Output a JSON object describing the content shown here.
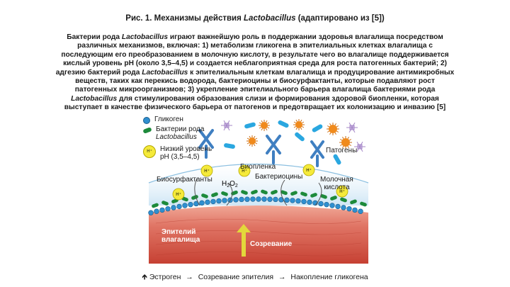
{
  "figure": {
    "title_prefix": "Рис. 1. Механизмы действия ",
    "title_species": "Lactobacillus",
    "title_suffix": " (адаптировано из  [5])",
    "desc_parts": [
      {
        "t": "Бактерии рода ",
        "i": false
      },
      {
        "t": "Lactobacillus",
        "i": true
      },
      {
        "t": " играют важнейшую роль в поддержании здоровья влагалища посредством различных механизмов, включая: 1) метаболизм гликогена в эпителиальных клетках влагалища с последующим его преобразованием в молочную кислоту, в результате чего во влагалище поддерживается кислый уровень рН (около 3,5–4,5) и создается неблагоприятная среда для роста патогенных бактерий; 2) адгезию бактерий рода ",
        "i": false
      },
      {
        "t": "Lactobacillus",
        "i": true
      },
      {
        "t": " к эпителиальным клеткам влагалища и продуцирование антимикробных веществ, таких как перекись водорода, бактериоцины и биосурфактанты, которые подавляют рост патогенных микроорганизмов; 3) укрепление эпителиального барьера влагалища бактериями рода ",
        "i": false
      },
      {
        "t": "Lactobacillus",
        "i": true
      },
      {
        "t": " для стимулирования образования слизи и формирования здоровой биопленки, которая выступает в качестве физического барьера от патогенов и предотвращает их колонизацию и инвазию [5]",
        "i": false
      }
    ]
  },
  "legend": {
    "glycogen": "Гликоген",
    "bacteria_line1": "Бактерии рода",
    "bacteria_line2": "Lactobacillus",
    "low_ph_line1": "Низкий уровень",
    "low_ph_line2": "рН (3,5–4,5)",
    "hplus": "H⁺"
  },
  "labels": {
    "pathogens": "Патогены",
    "biofilm": "Биопленка",
    "biosurfactants": "Биосурфактанты",
    "h2o2": "H₂O₂",
    "bacteriocins": "Бактериоцины",
    "lactic_line1": "Молочная",
    "lactic_line2": "кислота",
    "epithelium_line1": "Эпителий",
    "epithelium_line2": "влагалища",
    "maturation": "Созревание"
  },
  "bottom": {
    "estrogen": "Эстроген",
    "arrow": "→",
    "epithelium_maturation": "Созревание эпителия",
    "glycogen_accum": "Накопление гликогена"
  },
  "colors": {
    "glycogen": "#2f8fd0",
    "lactobacillus": "#1d8a3b",
    "hplus": "#f5ea3a",
    "pathogen_orange": "#f08a1c",
    "pathogen_blue": "#2aa7e0",
    "pathogen_purple": "#a587c7",
    "antibody": "#3f7fc1",
    "tissue": "#d9574a",
    "maturation_arrow": "#e3d83b"
  }
}
